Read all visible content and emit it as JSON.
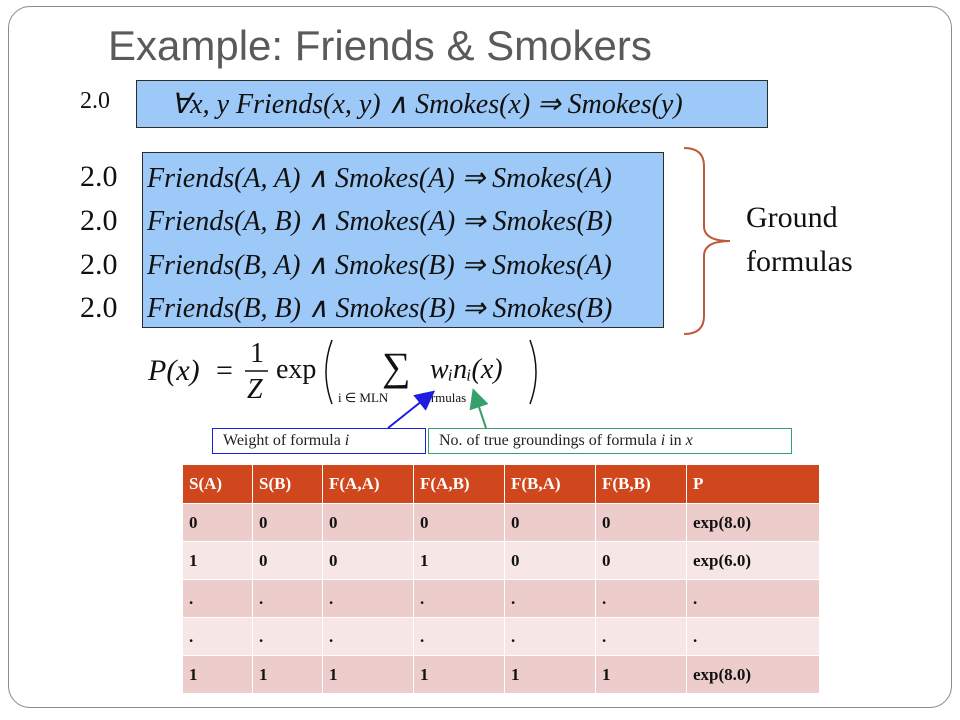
{
  "title": "Example: Friends & Smokers",
  "top_formula": {
    "weight": "2.0",
    "text": "∀x, y Friends(x, y) ∧ Smokes(x) ⇒ Smokes(y)"
  },
  "ground_formulas": [
    {
      "weight": "2.0",
      "text": "Friends(A, A) ∧ Smokes(A) ⇒ Smokes(A)"
    },
    {
      "weight": "2.0",
      "text": "Friends(A, B) ∧ Smokes(A) ⇒ Smokes(B)"
    },
    {
      "weight": "2.0",
      "text": "Friends(B, A) ∧ Smokes(B) ⇒ Smokes(A)"
    },
    {
      "weight": "2.0",
      "text": "Friends(B, B) ∧ Smokes(B) ⇒ Smokes(B)"
    }
  ],
  "ground_label": {
    "line1": "Ground",
    "line2": "formulas"
  },
  "equation": {
    "lhs": "P(x)",
    "equals": "=",
    "numerator": "1",
    "denominator": "Z",
    "func": "exp",
    "sum": "∑",
    "sum_sub": "i ∈ MLN",
    "term": "wᵢnᵢ(x)",
    "term_sub": "formulas"
  },
  "callouts": {
    "weight_prefix": "Weight of formula ",
    "weight_var": "i",
    "count_prefix": "No. of true groundings of formula ",
    "count_var": "i",
    "count_mid": " in ",
    "count_var2": "x"
  },
  "table": {
    "headers": [
      "S(A)",
      "S(B)",
      "F(A,A)",
      "F(A,B)",
      "F(B,A)",
      "F(B,B)",
      "P"
    ],
    "rows": [
      [
        "0",
        "0",
        "0",
        "0",
        "0",
        "0",
        "exp(8.0)"
      ],
      [
        "1",
        "0",
        "0",
        "1",
        "0",
        "0",
        "exp(6.0)"
      ],
      [
        ".",
        ".",
        ".",
        ".",
        ".",
        ".",
        "."
      ],
      [
        ".",
        ".",
        ".",
        ".",
        ".",
        ".",
        "."
      ],
      [
        "1",
        "1",
        "1",
        "1",
        "1",
        "1",
        "exp(8.0)"
      ]
    ]
  },
  "colors": {
    "formula_box": "#9cc9f7",
    "header_bg": "#d0461d",
    "row_odd": "#eccdcc",
    "row_even": "#f6e7e6",
    "brace": "#c0583a",
    "weight_callout": "#1d1de0",
    "count_callout": "#34a06a",
    "title": "#5a5a5a"
  }
}
